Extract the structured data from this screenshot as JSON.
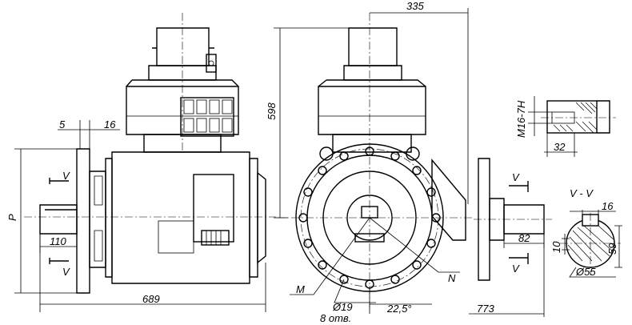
{
  "drawing": {
    "dimensions": {
      "d335": "335",
      "d598": "598",
      "d5": "5",
      "d16_left": "16",
      "dP": "P",
      "dV_top": "V",
      "dV_bottom": "V",
      "d110": "110",
      "d689": "689",
      "dM": "M",
      "dN": "N",
      "dHoleDia": "Ø19",
      "dHoles": "8 отв.",
      "dAngle": "22,5°",
      "dThread": "M16-7H",
      "d32": "32",
      "dV_right_top": "V",
      "dV_right_bottom": "V",
      "d82": "82",
      "d773": "773",
      "dSection": "V - V",
      "d16_right": "16",
      "d59": "59",
      "d10": "10",
      "d55": "Ø55"
    }
  }
}
